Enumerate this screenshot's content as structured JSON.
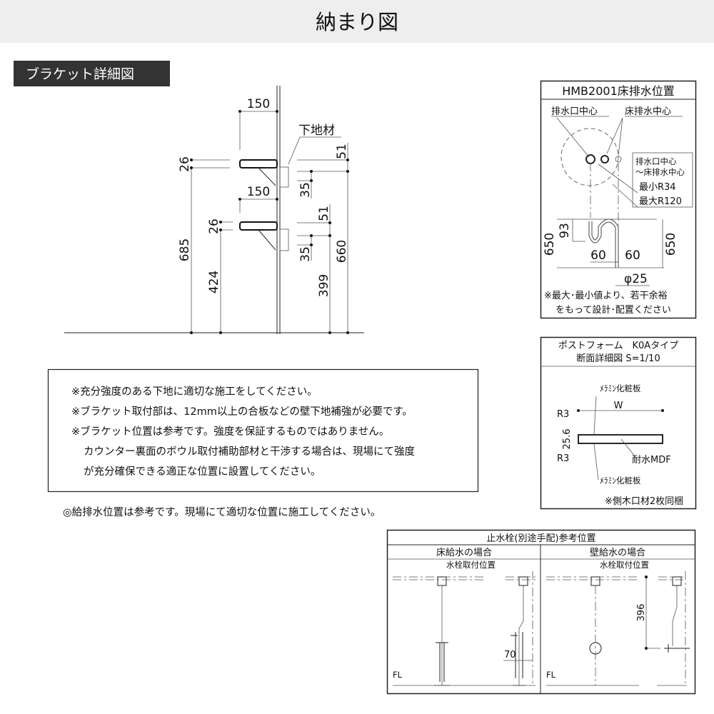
{
  "header": {
    "title": "納まり図"
  },
  "bracket_section": {
    "label": "ブラケット詳細図",
    "dims": {
      "upper_depth": "150",
      "lower_depth": "150",
      "upper_thickness": "26",
      "lower_thickness": "26",
      "upper_height": "685",
      "lower_height": "424",
      "upper_right_51": "51",
      "lower_right_51": "51",
      "upper_35": "35",
      "lower_35": "35",
      "right_660": "660",
      "right_399": "399"
    },
    "callout": "下地材"
  },
  "notes": {
    "lines": [
      "※充分強度のある下地に適切な施工をしてください。",
      "※ブラケット取付部は、12mm以上の合板などの壁下地補強が必要です。",
      "※ブラケット位置は参考です。強度を保証するものではありません。",
      "カウンター裏面のボウル取付補助部材と干渉する場合は、現場にて強度",
      "が充分確保できる適正な位置に設置してください。"
    ],
    "footer": "◎給排水位置は参考です。現場にて適切な位置に施工してください。"
  },
  "drain_panel": {
    "title": "HMB2001床排水位置",
    "label_outlet_center": "排水口中心",
    "label_floor_drain_center": "床排水中心",
    "box_line1": "排水口中心",
    "box_line2": "～床排水中心",
    "min_radius": "最小R34",
    "max_radius": "最大R120",
    "dim_left_650": "650",
    "dim_93": "93",
    "dim_60_left": "60",
    "dim_60_right": "60",
    "dim_right_650": "650",
    "dim_phi": "φ25",
    "note_line1": "※最大･最小値より、若干余裕",
    "note_line2": "をもって設計･配置ください"
  },
  "postform_panel": {
    "title_line1": "ポストフォーム　K0Aタイプ",
    "title_line2": "断面詳細図 S=1/10",
    "melamine_top": "ﾒﾗﾐﾝ化粧板",
    "width_label": "W",
    "r3_top": "R3",
    "r3_bottom": "R3",
    "thickness": "25.6",
    "core": "耐水MDF",
    "melamine_bottom": "ﾒﾗﾐﾝ化粧板",
    "note": "※側木口材2枚同梱"
  },
  "valve_panel": {
    "title": "止水栓(別途手配)参考位置",
    "floor_supply": {
      "heading": "床給水の場合",
      "callout": "水栓取付位置",
      "dim": "70",
      "fl": "FL"
    },
    "wall_supply": {
      "heading": "壁給水の場合",
      "callout": "水栓取付位置",
      "dim": "396",
      "fl": "FL"
    }
  }
}
